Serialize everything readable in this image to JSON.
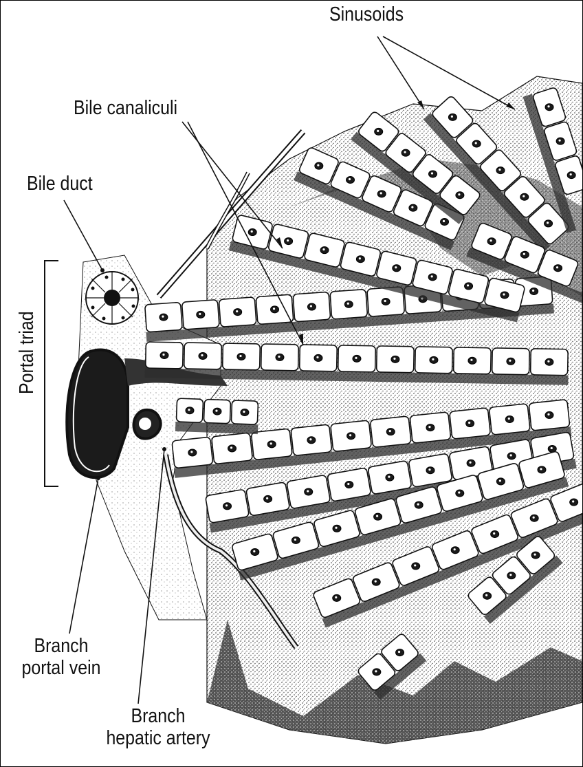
{
  "labels": {
    "sinusoids": "Sinusoids",
    "bile_canaliculi": "Bile canaliculi",
    "bile_duct": "Bile duct",
    "portal_triad": "Portal triad",
    "branch_portal_vein_line1": "Branch",
    "branch_portal_vein_line2": "portal vein",
    "branch_hepatic_artery_line1": "Branch",
    "branch_hepatic_artery_line2": "hepatic artery"
  },
  "colors": {
    "ink": "#111111",
    "cell_fill": "#ffffff",
    "stipple_dark": "#2a2a2a",
    "stipple_mid": "#7a7a7a",
    "background": "#ffffff"
  }
}
